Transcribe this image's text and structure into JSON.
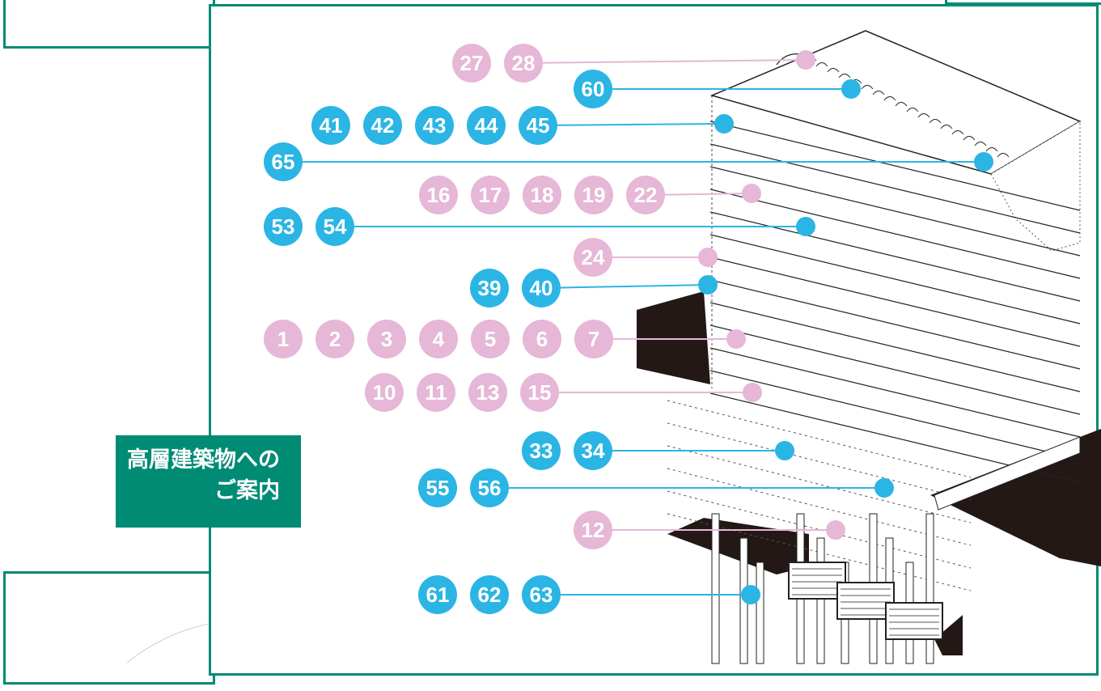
{
  "colors": {
    "accent": "#008b75",
    "blue": "#2bb5e4",
    "pink": "#e6b7d6",
    "building_dark": "#231815"
  },
  "label": {
    "line1": "高層建築物への",
    "line2": "ご案内"
  },
  "callouts": [
    {
      "group": "pink",
      "numbers": [
        "27",
        "28"
      ]
    },
    {
      "group": "blue",
      "numbers": [
        "60"
      ]
    },
    {
      "group": "blue",
      "numbers": [
        "41",
        "42",
        "43",
        "44",
        "45"
      ]
    },
    {
      "group": "blue",
      "numbers": [
        "65"
      ]
    },
    {
      "group": "pink",
      "numbers": [
        "16",
        "17",
        "18",
        "19",
        "22"
      ]
    },
    {
      "group": "blue",
      "numbers": [
        "53",
        "54"
      ]
    },
    {
      "group": "pink",
      "numbers": [
        "24"
      ]
    },
    {
      "group": "blue",
      "numbers": [
        "39",
        "40"
      ]
    },
    {
      "group": "pink",
      "numbers": [
        "1",
        "2",
        "3",
        "4",
        "5",
        "6",
        "7"
      ]
    },
    {
      "group": "pink",
      "numbers": [
        "10",
        "11",
        "13",
        "15"
      ]
    },
    {
      "group": "blue",
      "numbers": [
        "33",
        "34"
      ]
    },
    {
      "group": "blue",
      "numbers": [
        "55",
        "56"
      ]
    },
    {
      "group": "pink",
      "numbers": [
        "12"
      ]
    },
    {
      "group": "blue",
      "numbers": [
        "61",
        "62",
        "63"
      ]
    }
  ]
}
